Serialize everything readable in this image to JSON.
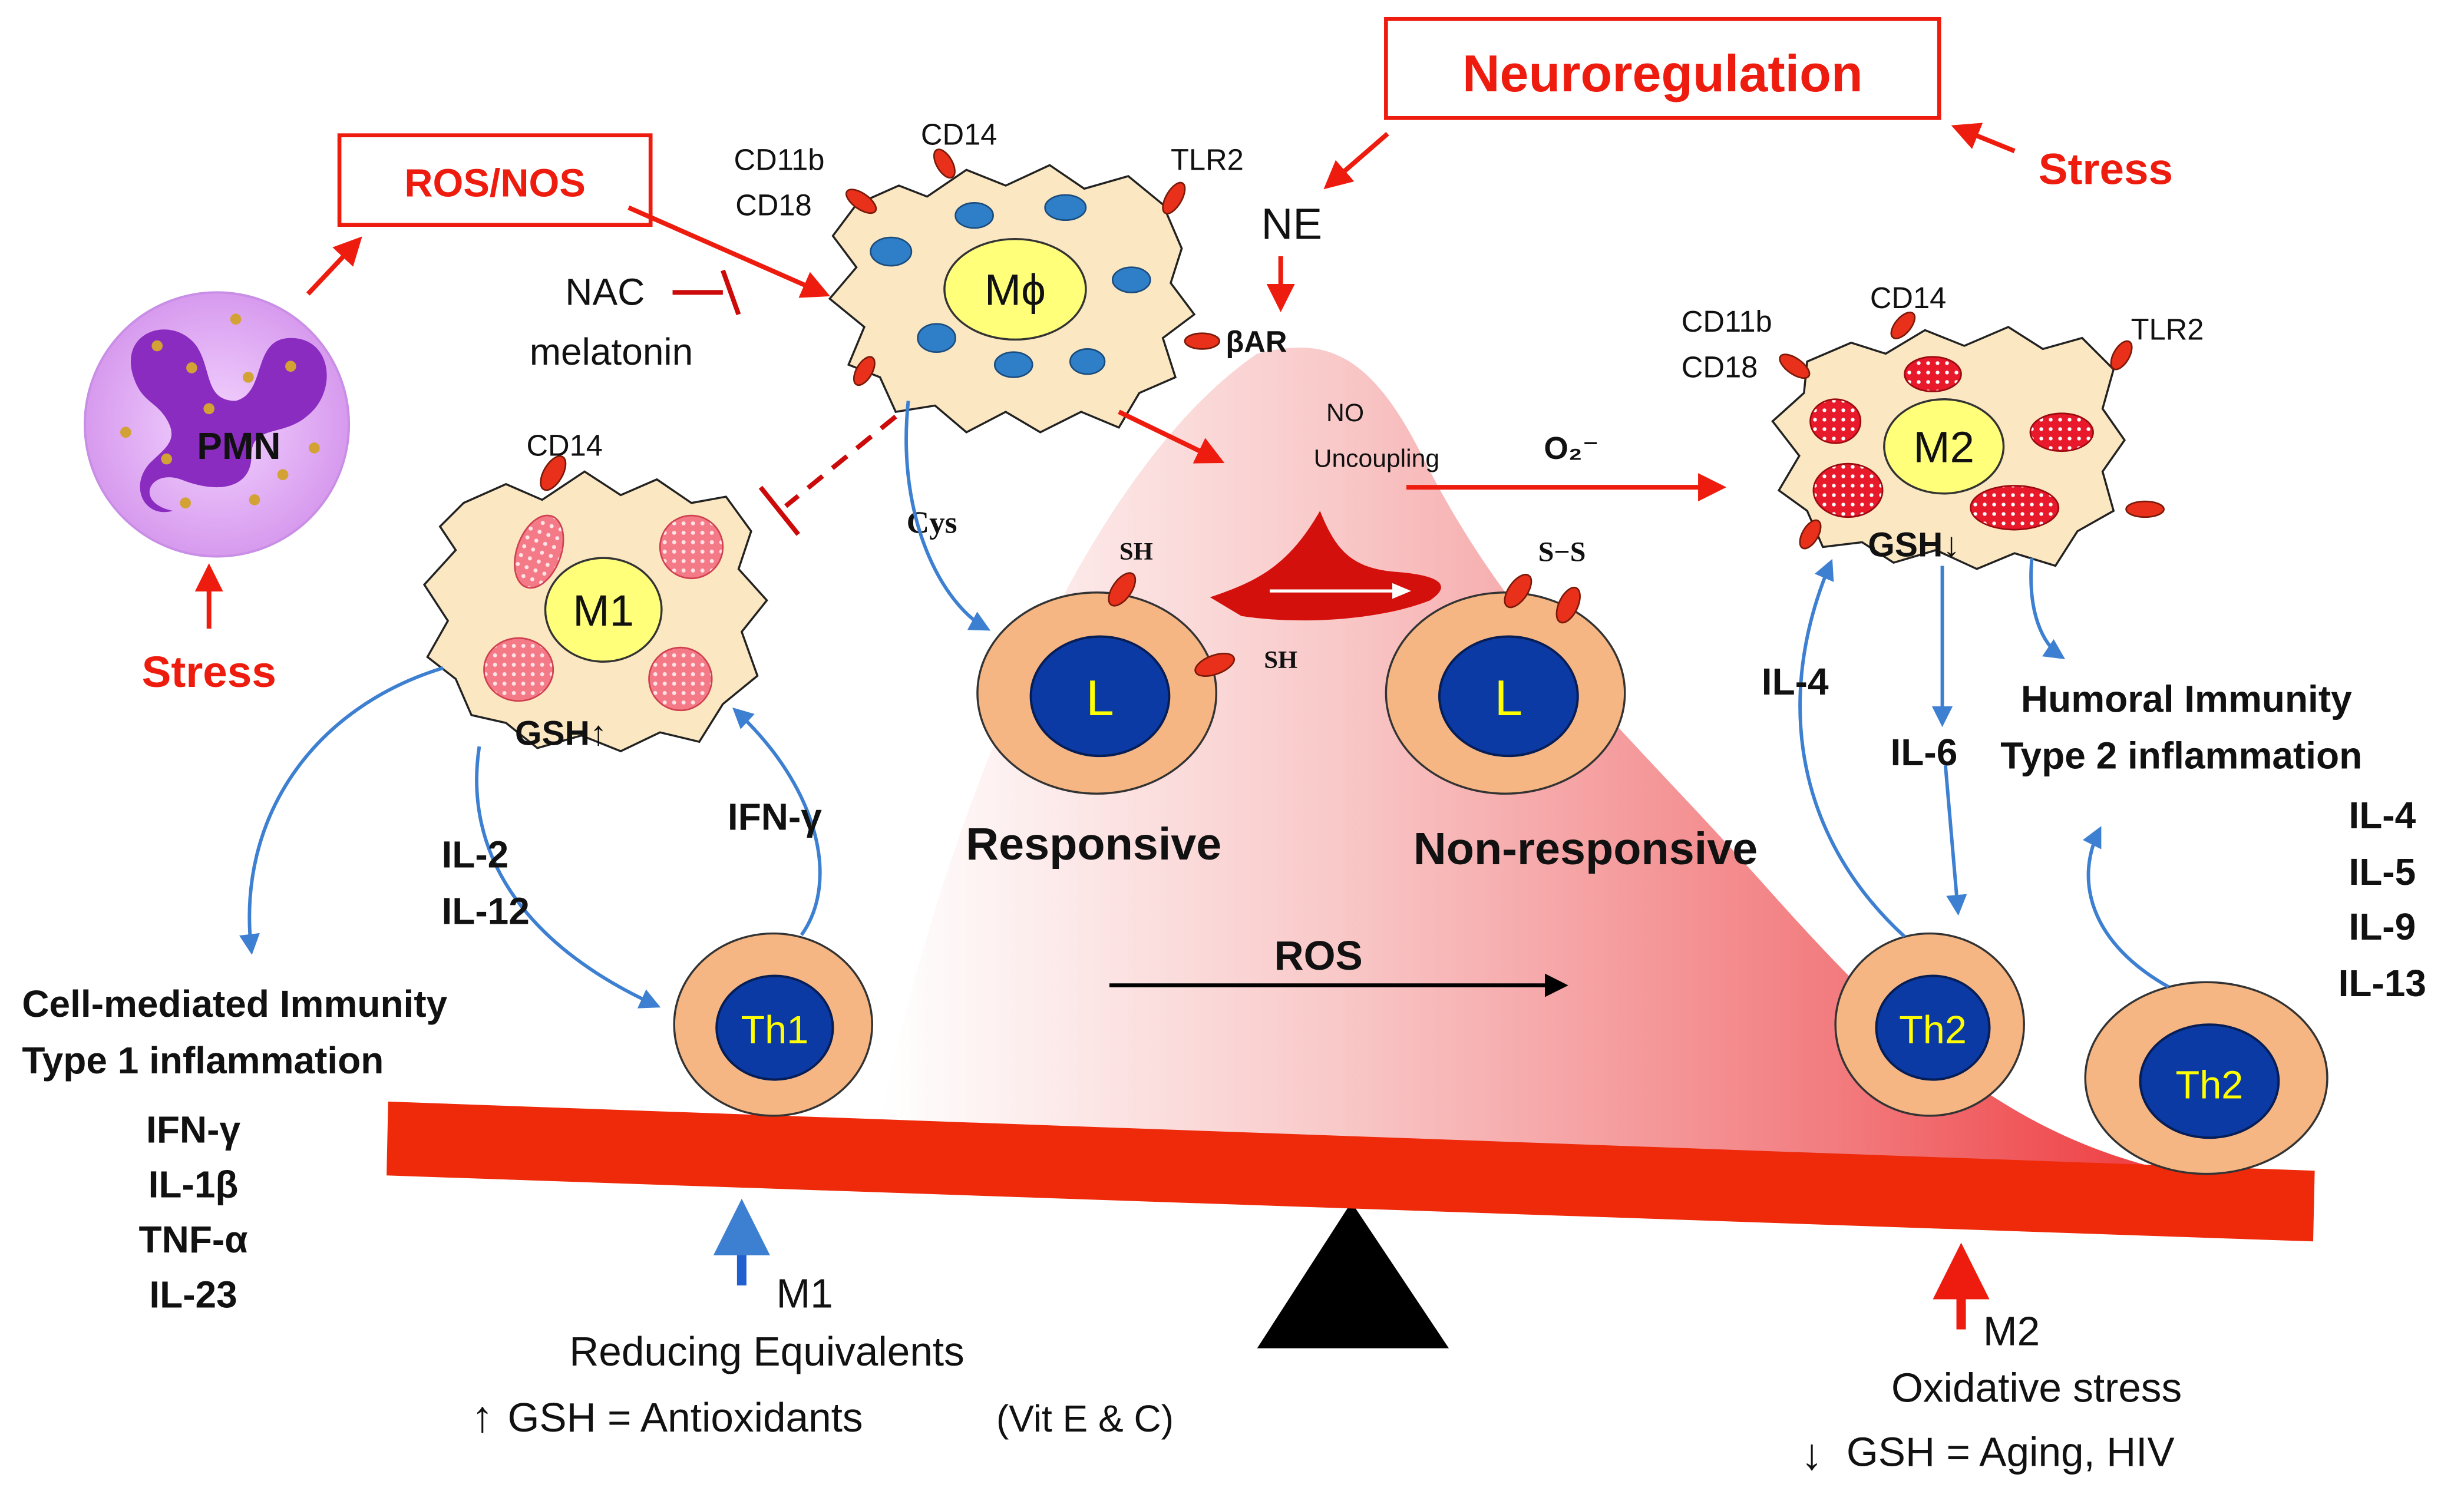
{
  "colors": {
    "red": "#ee1c0e",
    "blue_arrow": "#3d7fd1",
    "cell_body": "#fbe8c3",
    "nucleus_yellow": "#ffff7a",
    "lymph_outer": "#f5b684",
    "lymph_nucleus": "#0b3aa5",
    "lymph_label": "#ffff00",
    "mountain_top": "#f0656a",
    "pmn_purple": "#cc88ee"
  },
  "boxes": {
    "neuroregulation": "Neuroregulation",
    "ros_nos": "ROS/NOS"
  },
  "stress_labels": [
    "Stress",
    "Stress"
  ],
  "pmn": {
    "label": "PMN"
  },
  "mphi": {
    "label": "Mϕ",
    "receptors": [
      "CD11b",
      "CD18",
      "CD14",
      "TLR2",
      "βAR"
    ]
  },
  "ne": {
    "label": "NE"
  },
  "inhibitors": {
    "nac": "NAC",
    "melatonin": "melatonin"
  },
  "m1": {
    "label": "M1",
    "receptor": "CD14",
    "gsh": "GSH↑"
  },
  "m2": {
    "label": "M2",
    "receptors": [
      "CD11b",
      "CD18",
      "CD14",
      "TLR2"
    ],
    "gsh": "GSH↓"
  },
  "mountain": {
    "no_line1": "NO",
    "no_line2": "Uncoupling",
    "o2": "O₂⁻",
    "cys": "Cys",
    "sh_1": "SH",
    "sh_2": "SH",
    "ss": "S−S",
    "responsive": "Responsive",
    "non_responsive": "Non-responsive",
    "ros": "ROS"
  },
  "lymphocytes": {
    "l_label": "L",
    "th1": "Th1",
    "th2": "Th2"
  },
  "cytokines": {
    "il2": "IL-2",
    "il12": "IL-12",
    "ifng_arrow": "IFN-γ",
    "il4_arrow": "IL-4",
    "il6": "IL-6"
  },
  "left_panel": {
    "title1": "Cell-mediated Immunity",
    "title2": "Type 1 inflammation",
    "items": [
      "IFN-γ",
      "IL-1β",
      "TNF-α",
      "IL-23"
    ]
  },
  "right_panel": {
    "title1": "Humoral Immunity",
    "title2": "Type 2 inflammation",
    "items": [
      "IL-4",
      "IL-5",
      "IL-9",
      "IL-13"
    ]
  },
  "bottom_left": {
    "label": "M1",
    "line1": "Reducing Equivalents",
    "arrow": "↑",
    "line2": "GSH = Antioxidants",
    "line2_suffix": "(Vit E & C)"
  },
  "bottom_right": {
    "label": "M2",
    "line1": "Oxidative stress",
    "arrow": "↓",
    "line2": "GSH = Aging,  HIV"
  }
}
